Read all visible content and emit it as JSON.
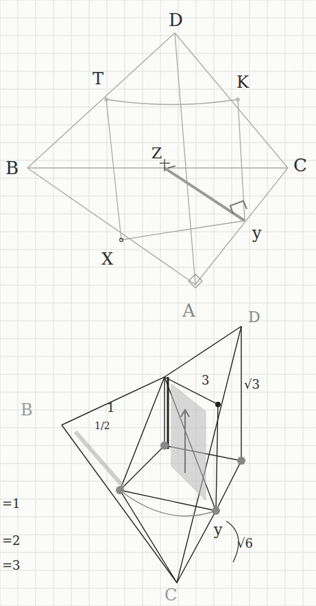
{
  "diagram": {
    "labels": [
      "D",
      "T",
      "K",
      "B",
      "Z",
      "C",
      "y",
      "X",
      "A",
      "D",
      "B",
      "1",
      "1/2",
      "3",
      "√3",
      "y",
      "√6",
      "C",
      "=1",
      "=2",
      "=3"
    ]
  }
}
